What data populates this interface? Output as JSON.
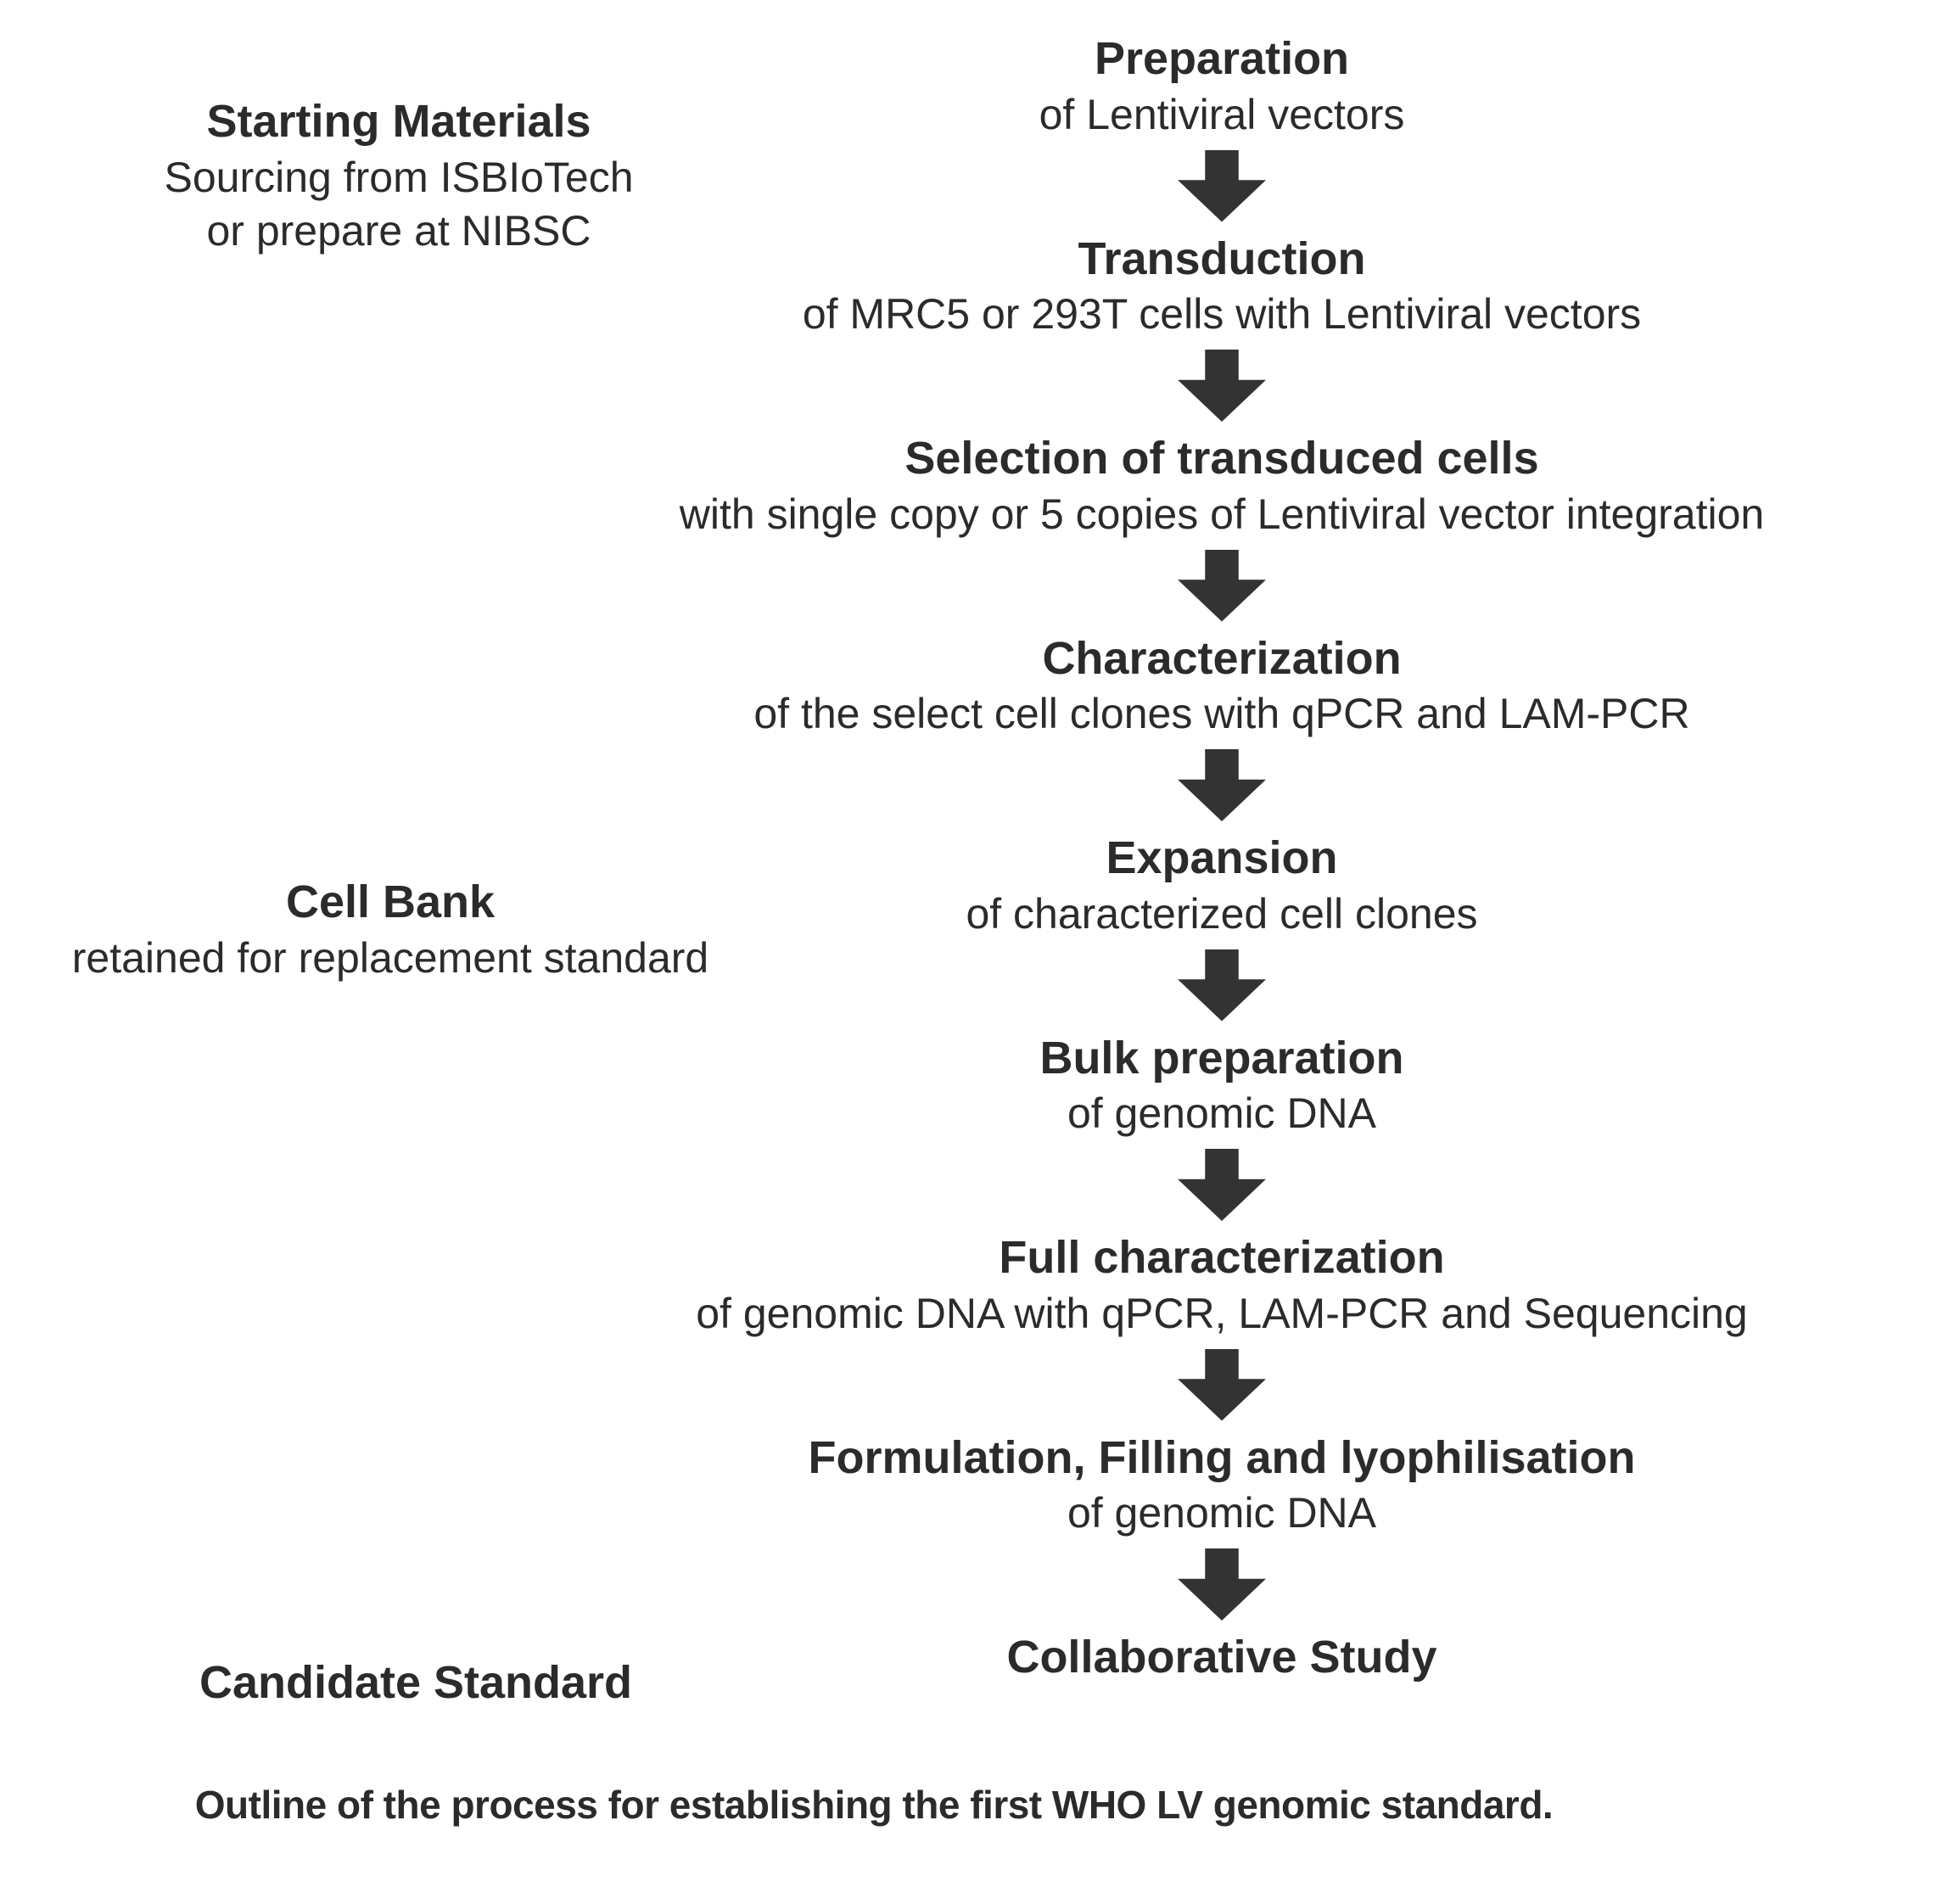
{
  "diagram": {
    "colors": {
      "text": "#2b2b2b",
      "arrow": "#333333",
      "background": "#ffffff"
    },
    "side_labels": {
      "starting_materials": {
        "title": "Starting Materials",
        "line1": "Sourcing from ISBIoTech",
        "line2": "or prepare at NIBSC"
      },
      "cell_bank": {
        "title": "Cell Bank",
        "line1": "retained for replacement standard"
      },
      "candidate_standard": {
        "title": "Candidate Standard"
      }
    },
    "steps": [
      {
        "title": "Preparation",
        "subtitle": "of Lentiviral vectors"
      },
      {
        "title": "Transduction",
        "subtitle": "of MRC5 or 293T cells with Lentiviral vectors"
      },
      {
        "title": "Selection of transduced cells",
        "subtitle": "with single copy or 5 copies of Lentiviral vector integration"
      },
      {
        "title": "Characterization",
        "subtitle": "of the select cell clones with qPCR and LAM-PCR"
      },
      {
        "title": "Expansion",
        "subtitle": "of characterized cell clones"
      },
      {
        "title": "Bulk preparation",
        "subtitle": "of genomic DNA"
      },
      {
        "title": "Full characterization",
        "subtitle": "of genomic DNA with qPCR, LAM-PCR and Sequencing"
      },
      {
        "title": "Formulation, Filling and lyophilisation",
        "subtitle": "of genomic DNA"
      },
      {
        "title": "Collaborative Study",
        "subtitle": ""
      }
    ],
    "caption": "Outline of the process for establishing the first WHO LV genomic standard."
  }
}
